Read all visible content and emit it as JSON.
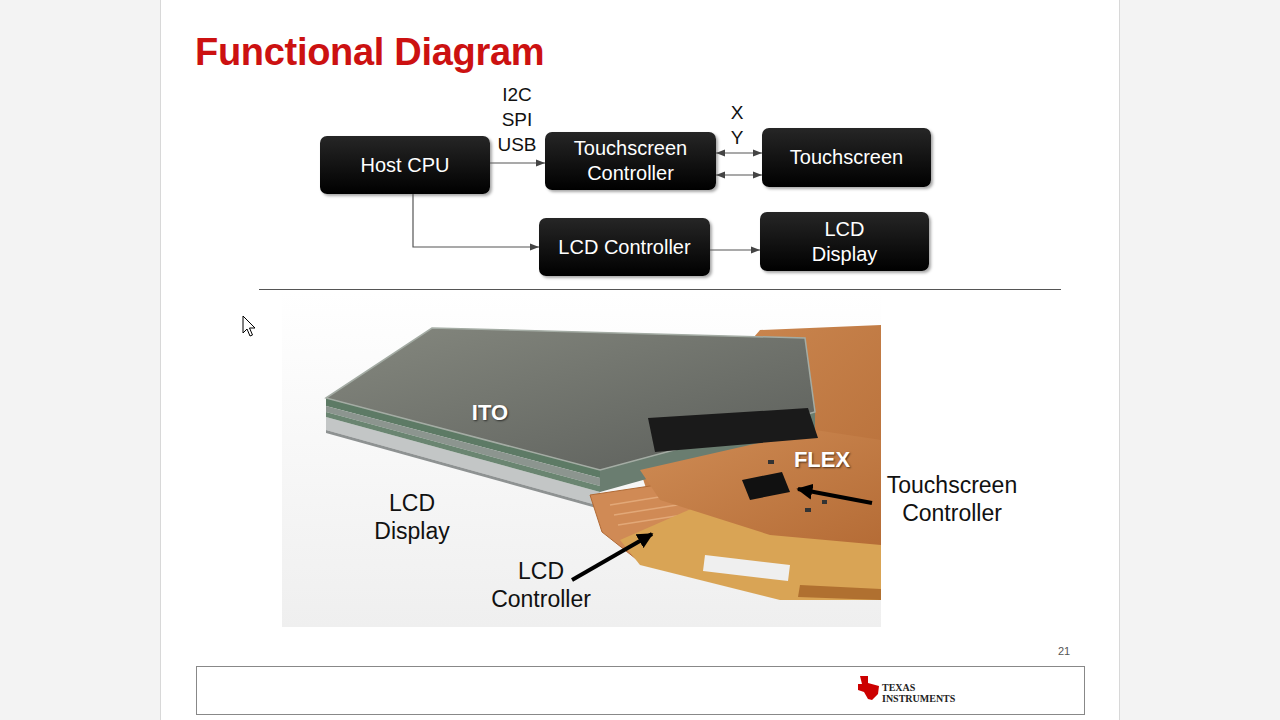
{
  "diagram": {
    "title": "Functional Diagram",
    "nodes": [
      {
        "text": [
          "Host CPU"
        ]
      },
      {
        "text": [
          "Touchscreen Controller"
        ]
      },
      {
        "text": [
          "Touchscreen"
        ]
      },
      {
        "text": [
          "LCD Controller"
        ]
      },
      {
        "text": [
          "LCD Display"
        ]
      }
    ],
    "edges": [
      {
        "from": 0,
        "to": 1,
        "label": "I2C SPI USB",
        "arrow": "to"
      },
      {
        "from": 1,
        "to": 2,
        "label": "X",
        "arrow": "both"
      },
      {
        "from": 1,
        "to": 2,
        "label": "Y",
        "arrow": "both"
      },
      {
        "from": 0,
        "to": 3,
        "arrow": "to"
      },
      {
        "from": 3,
        "to": 4,
        "arrow": "to"
      }
    ],
    "labels": [
      "ITO",
      "FLEX",
      "Touchscreen Controller",
      "LCD Display",
      "LCD Controller",
      "21",
      "TEXAS INSTRUMENTS"
    ]
  }
}
